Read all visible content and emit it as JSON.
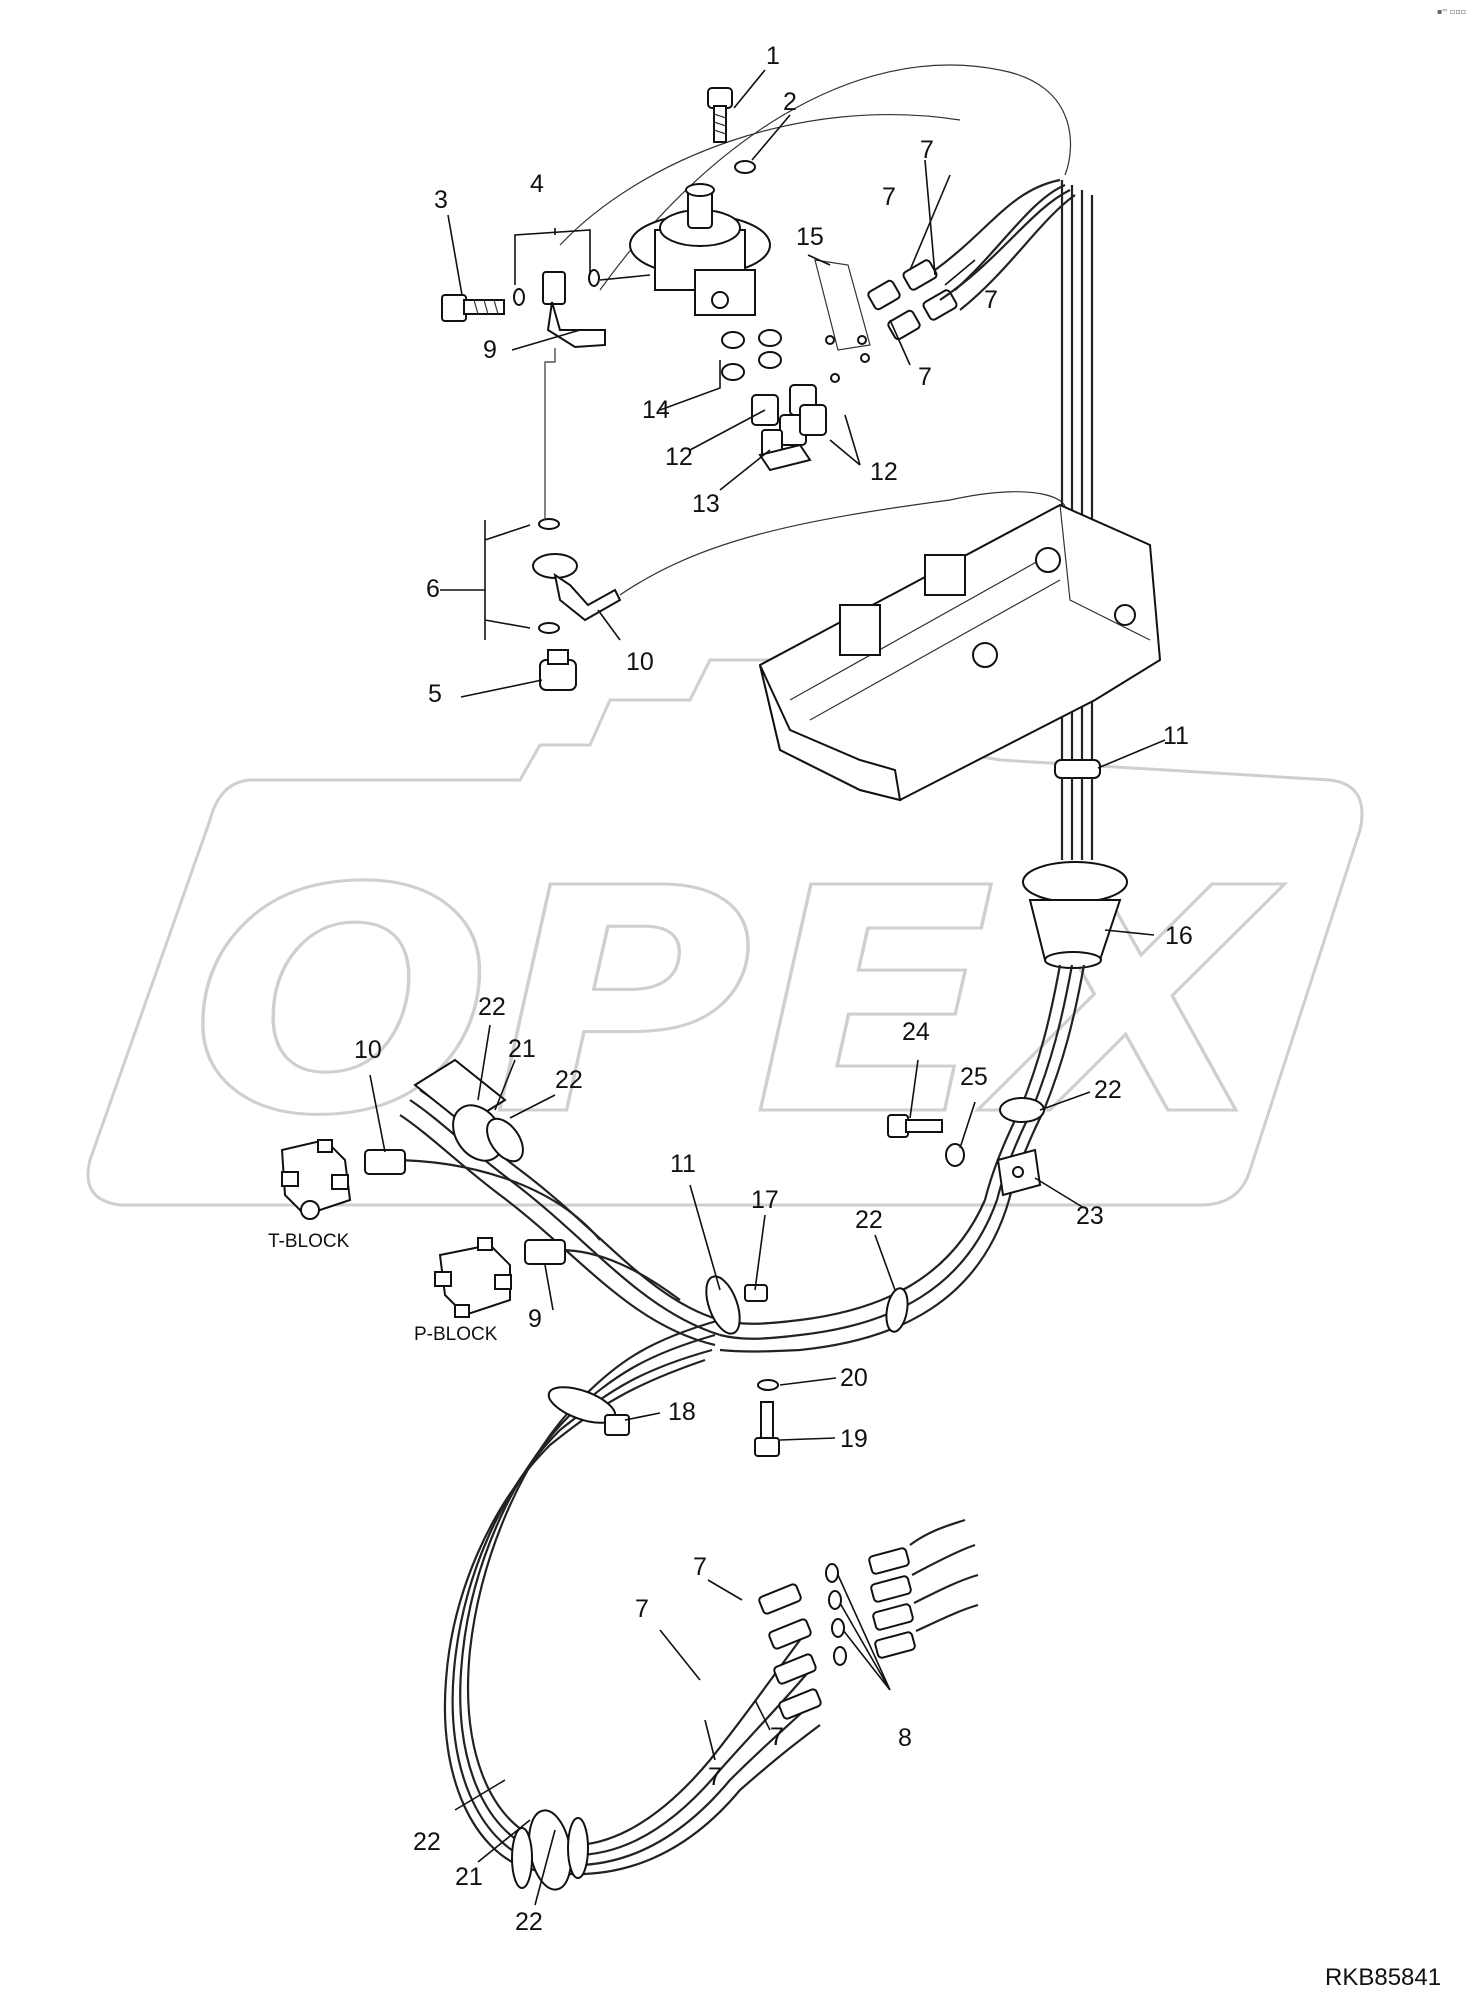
{
  "watermark": "OPEX",
  "corner_mark": "▪ᵐ ▫▫▫",
  "drawing_number": "RKB85841",
  "blocks": {
    "t_block": "T-BLOCK",
    "p_block": "P-BLOCK"
  },
  "callouts": [
    {
      "id": "c1",
      "text": "1"
    },
    {
      "id": "c2",
      "text": "2"
    },
    {
      "id": "c3",
      "text": "3"
    },
    {
      "id": "c4",
      "text": "4"
    },
    {
      "id": "c5",
      "text": "5"
    },
    {
      "id": "c6",
      "text": "6"
    },
    {
      "id": "c7a",
      "text": "7"
    },
    {
      "id": "c7b",
      "text": "7"
    },
    {
      "id": "c7c",
      "text": "7"
    },
    {
      "id": "c7d",
      "text": "7"
    },
    {
      "id": "c7e",
      "text": "7"
    },
    {
      "id": "c7f",
      "text": "7"
    },
    {
      "id": "c7g",
      "text": "7"
    },
    {
      "id": "c7h",
      "text": "7"
    },
    {
      "id": "c8",
      "text": "8"
    },
    {
      "id": "c9a",
      "text": "9"
    },
    {
      "id": "c9b",
      "text": "9"
    },
    {
      "id": "c10a",
      "text": "10"
    },
    {
      "id": "c10b",
      "text": "10"
    },
    {
      "id": "c11a",
      "text": "11"
    },
    {
      "id": "c11b",
      "text": "11"
    },
    {
      "id": "c12a",
      "text": "12"
    },
    {
      "id": "c12b",
      "text": "12"
    },
    {
      "id": "c13",
      "text": "13"
    },
    {
      "id": "c14",
      "text": "14"
    },
    {
      "id": "c15",
      "text": "15"
    },
    {
      "id": "c16",
      "text": "16"
    },
    {
      "id": "c17",
      "text": "17"
    },
    {
      "id": "c18",
      "text": "18"
    },
    {
      "id": "c19",
      "text": "19"
    },
    {
      "id": "c20",
      "text": "20"
    },
    {
      "id": "c21a",
      "text": "21"
    },
    {
      "id": "c21b",
      "text": "21"
    },
    {
      "id": "c22a",
      "text": "22"
    },
    {
      "id": "c22b",
      "text": "22"
    },
    {
      "id": "c22c",
      "text": "22"
    },
    {
      "id": "c22d",
      "text": "22"
    },
    {
      "id": "c22e",
      "text": "22"
    },
    {
      "id": "c22f",
      "text": "22"
    },
    {
      "id": "c23",
      "text": "23"
    },
    {
      "id": "c24",
      "text": "24"
    },
    {
      "id": "c25",
      "text": "25"
    }
  ]
}
